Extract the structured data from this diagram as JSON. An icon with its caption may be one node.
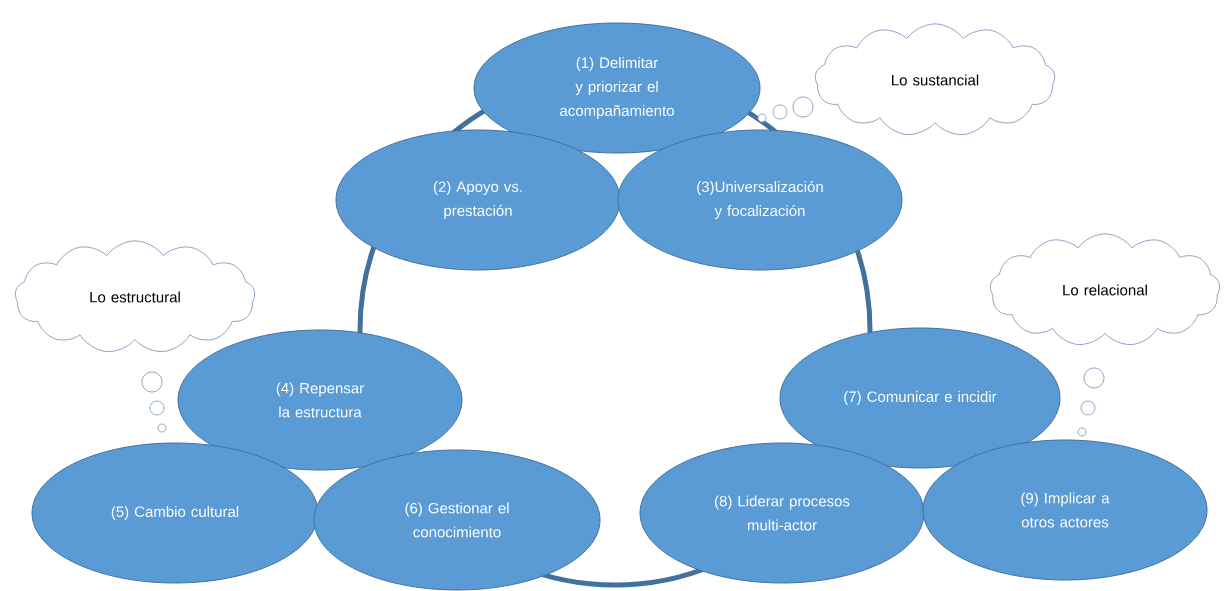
{
  "diagram": {
    "nodes": [
      {
        "text": [
          "(1) Delimitar y priorizar el acompañamiento"
        ]
      },
      {
        "text": [
          "(2) Apoyo vs. prestación"
        ]
      },
      {
        "text": [
          "(3)Universalización y focalización"
        ]
      },
      {
        "text": [
          "(4) Repensar la estructura"
        ]
      },
      {
        "text": [
          "(5) Cambio cultural"
        ]
      },
      {
        "text": [
          "(6) Gestionar el conocimiento"
        ]
      },
      {
        "text": [
          "(7) Comunicar e incidir"
        ]
      },
      {
        "text": [
          "(8) Liderar procesos multi-actor"
        ]
      },
      {
        "text": [
          "(9) Implicar a otros actores"
        ]
      },
      {
        "text": [
          "Lo sustancial"
        ]
      },
      {
        "text": [
          "Lo estructural"
        ]
      },
      {
        "text": [
          "Lo relacional"
        ]
      }
    ]
  }
}
